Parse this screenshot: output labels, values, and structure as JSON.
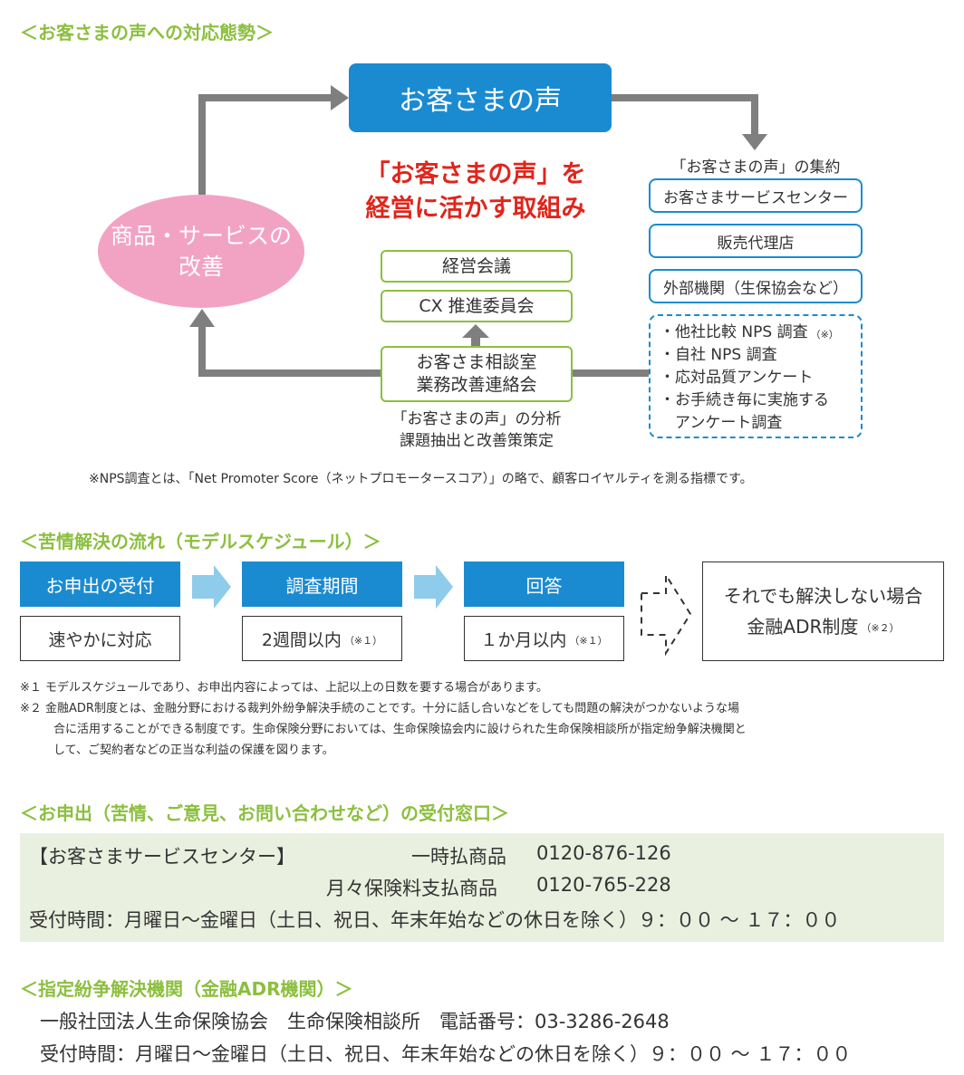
{
  "colors": {
    "green": "#8cbf3f",
    "blue": "#1b8bd1",
    "pink": "#f2a3c4",
    "red": "#e0251c",
    "gray_arrow": "#7f7f7f",
    "light_blue_arrow": "#8fcbea",
    "contact_bg": "#e9f0df"
  },
  "section1": {
    "title": "＜お客さまの声への対応態勢＞",
    "voice_box": "お客さまの声",
    "tagline_line1": "「お客さまの声」を",
    "tagline_line2": "経営に活かす取組み",
    "improvement_line1": "商品・サービスの",
    "improvement_line2": "改善",
    "collect_label": "「お客さまの声」の集約",
    "collect_items": [
      "お客さまサービスセンター",
      "販売代理店",
      "外部機関（生保協会など）"
    ],
    "survey_items": [
      "・他社比較 NPS 調査",
      "・自社 NPS 調査",
      "・応対品質アンケート",
      "・お手続き毎に実施する"
    ],
    "survey_item1_sup": "（※）",
    "survey_continuation": "アンケート調査",
    "meetings": [
      "経営会議",
      "CX 推進委員会"
    ],
    "consult_line1": "お客さま相談室",
    "consult_line2": "業務改善連絡会",
    "analysis_line1": "「お客さまの声」の分析",
    "analysis_line2": "課題抽出と改善策策定",
    "nps_note": "※NPS調査とは、「Net Promoter Score（ネットプロモータースコア）」の略で、顧客ロイヤルティを測る指標です。"
  },
  "section2": {
    "title": "＜苦情解決の流れ（モデルスケジュール）＞",
    "steps": [
      {
        "head": "お申出の受付",
        "sub": "速やかに対応",
        "sup": ""
      },
      {
        "head": "調査期間",
        "sub": "2週間以内",
        "sup": "（※１）"
      },
      {
        "head": "回答",
        "sub": "１か月以内",
        "sup": "（※１）"
      }
    ],
    "unresolved_line1": "それでも解決しない場合",
    "unresolved_line2": "金融ADR制度",
    "unresolved_sup": "（※２）",
    "note1": "※１ モデルスケジュールであり、お申出内容によっては、上記以上の日数を要する場合があります。",
    "note2_line1": "※２ 金融ADR制度とは、金融分野における裁判外紛争解決手続のことです。十分に話し合いなどをしても問題の解決がつかないような場",
    "note2_line2": "合に活用することができる制度です。生命保険分野においては、生命保険協会内に設けられた生命保険相談所が指定紛争解決機関と",
    "note2_line3": "して、ご契約者などの正当な利益の保護を図ります。"
  },
  "section3": {
    "title": "＜お申出（苦情、ご意見、お問い合わせなど）の受付窓口＞",
    "center_name": "【お客さまサービスセンター】",
    "lump_label": "一時払商品",
    "lump_phone": "0120-876-126",
    "monthly_label": "月々保険料支払商品",
    "monthly_phone": "0120-765-228",
    "hours": "受付時間：月曜日～金曜日（土日、祝日、年末年始などの休日を除く）９：００ ～ １７：００"
  },
  "section4": {
    "title": "＜指定紛争解決機関（金融ADR機関）＞",
    "org": "一般社団法人生命保険協会　生命保険相談所　電話番号：03-3286-2648",
    "hours": "受付時間：月曜日～金曜日（土日、祝日、年末年始などの休日を除く）９：００ ～ １７：００"
  }
}
